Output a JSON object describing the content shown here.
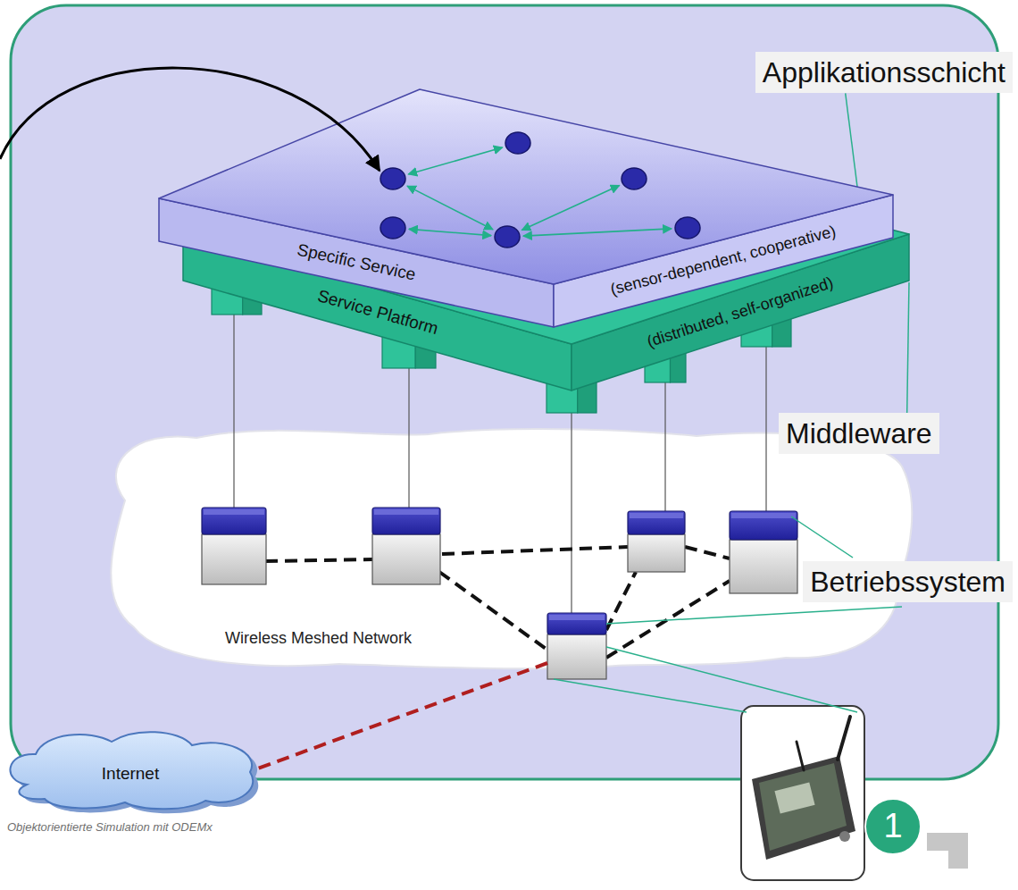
{
  "diagram": {
    "nodes": [
      {
        "text": [
          "Applikationsschicht"
        ]
      },
      {
        "text": [
          "Specific Service",
          "(sensor-dependent, cooperative)"
        ]
      },
      {
        "text": [
          "Service Platform",
          "(distributed, self-organized)"
        ]
      },
      {
        "text": [
          "Middleware"
        ]
      },
      {
        "text": [
          "Wireless Meshed Network"
        ]
      },
      {
        "text": [
          "Betriebssystem"
        ]
      },
      {
        "text": [
          "Internet"
        ]
      },
      {
        "text": [
          "1"
        ]
      }
    ],
    "edges": [
      {
        "from": 0,
        "to": 1,
        "arrow": "none"
      },
      {
        "from": 3,
        "to": 2,
        "arrow": "none"
      }
    ],
    "labels": [
      "Objektorientierte Simulation mit ODEMx"
    ]
  }
}
